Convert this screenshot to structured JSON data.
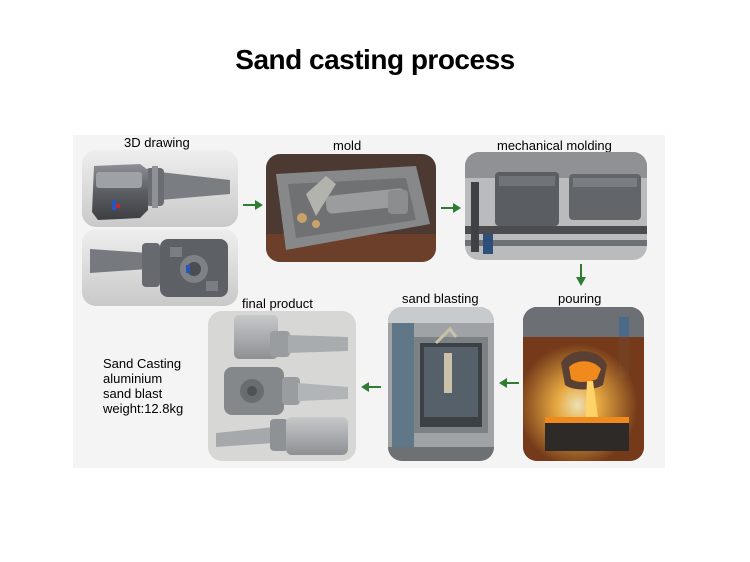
{
  "title": "Sand casting process",
  "steps": [
    {
      "label": "3D drawing"
    },
    {
      "label": "mold"
    },
    {
      "label": "mechanical molding"
    },
    {
      "label": "pouring"
    },
    {
      "label": "sand blasting"
    },
    {
      "label": "final product"
    }
  ],
  "product_description": [
    "Sand Casting",
    "aluminium",
    "sand blast",
    "weight:12.8kg"
  ],
  "colors": {
    "arrow": "#2e7d32",
    "panel": "#f4f4f4",
    "molten_metal": "#f08a1c"
  }
}
